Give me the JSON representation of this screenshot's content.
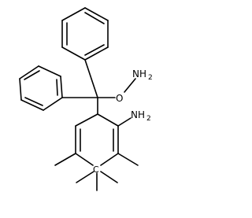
{
  "molecule": {
    "labels": {
      "hydroxylamine_o": "O",
      "hydroxylamine_n": "NH",
      "hydroxylamine_n_sub": "2",
      "amino_n": "NH",
      "amino_n_sub": "2",
      "ring_carbon": "C"
    },
    "colors": {
      "bond": "#000000",
      "text": "#000000",
      "background": "#ffffff"
    }
  }
}
